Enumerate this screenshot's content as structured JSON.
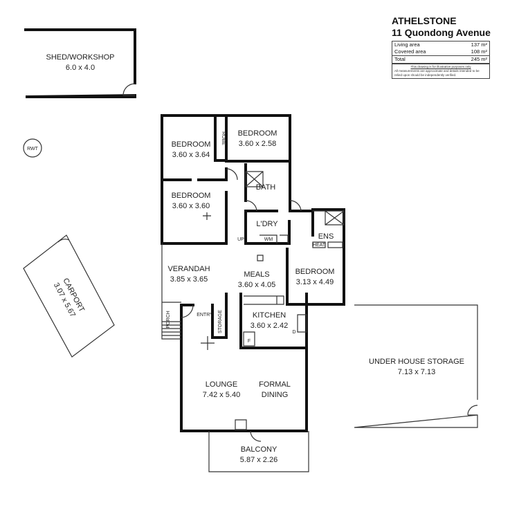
{
  "header": {
    "suburb": "ATHELSTONE",
    "address": "11 Quondong Avenue",
    "areas": [
      {
        "label": "Living area",
        "value": "137 m²"
      },
      {
        "label": "Covered area",
        "value": "108 m²"
      },
      {
        "label": "Total",
        "value": "245 m²"
      }
    ],
    "note1": "This drawing is for illustrative purposes only",
    "note2": "All measurements are approximate and details intended to be relied upon should be independently verified."
  },
  "rooms": {
    "shed": {
      "name": "SHED/WORKSHOP",
      "size": "6.0 x 4.0"
    },
    "rwt": "RWT",
    "carport": {
      "name": "CARPORT",
      "size": "3.07 x 5.67"
    },
    "bedroom1": {
      "name": "BEDROOM",
      "size": "3.60 x 3.64"
    },
    "robe": "ROBE",
    "bedroom2": {
      "name": "BEDROOM",
      "size": "3.60 x 2.58"
    },
    "bath": "BATH",
    "bedroom3": {
      "name": "BEDROOM",
      "size": "3.60 x 3.60"
    },
    "laundry": "L'DRY",
    "up": "UP",
    "wm": "WM",
    "ens": "ENS",
    "heat": "HEAT",
    "bedroom4": {
      "name": "BEDROOM",
      "size": "3.13 x 4.49"
    },
    "verandah": {
      "name": "VERANDAH",
      "size": "3.85 x 3.65"
    },
    "meals": {
      "name": "MEALS",
      "size": "3.60 x 4.05"
    },
    "kitchen": {
      "name": "KITCHEN",
      "size": "3.60 x 2.42"
    },
    "fridge": "F",
    "dishwasher": "D",
    "porch": "PORCH",
    "entry": "ENTRY",
    "storage": "STORAGE",
    "lounge": {
      "name": "LOUNGE",
      "size": "7.42 x 5.40"
    },
    "dining": {
      "line1": "FORMAL",
      "line2": "DINING"
    },
    "balcony": {
      "name": "BALCONY",
      "size": "5.87 x 2.26"
    },
    "under_house": {
      "name": "UNDER HOUSE STORAGE",
      "size": "7.13 x 7.13"
    }
  }
}
